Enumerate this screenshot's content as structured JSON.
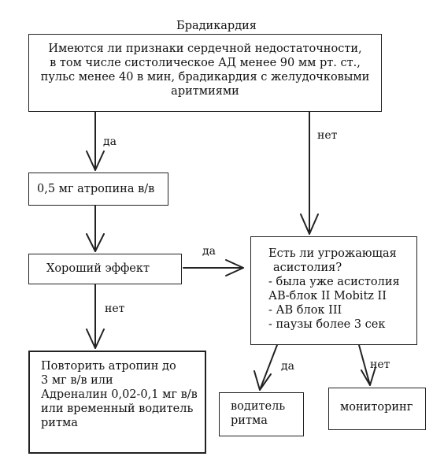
{
  "title": "Брадикардия",
  "question": {
    "lines": [
      "Имеются ли признаки сердечной недостаточности,",
      "в том числе систолическое АД менее 90 мм рт. ст.,",
      "пульс менее 40 в мин, брадикардия с желудочковыми",
      "аритмиями"
    ]
  },
  "atropine": "0,5 мг атропина в/в",
  "good_effect": "Хороший эффект",
  "repeat": {
    "lines": [
      "Повторить атропин до",
      "3 мг в/в или",
      "Адреналин 0,02-0,1 мг в/в",
      "или временный водитель",
      "ритма"
    ]
  },
  "asystole": {
    "lines": [
      "Есть ли угрожающая",
      "асистолия?",
      "- была уже асистолия",
      "АВ-блок II Mobitz II",
      "- АВ блок III",
      "- паузы более 3 сек"
    ]
  },
  "pacemaker": {
    "lines": [
      "водитель",
      "ритма"
    ]
  },
  "monitoring": "мониторинг",
  "labels": {
    "yes1": "да",
    "no1": "нет",
    "yes2": "да",
    "no2": "нет",
    "yes3": "да",
    "no3": "нет"
  }
}
